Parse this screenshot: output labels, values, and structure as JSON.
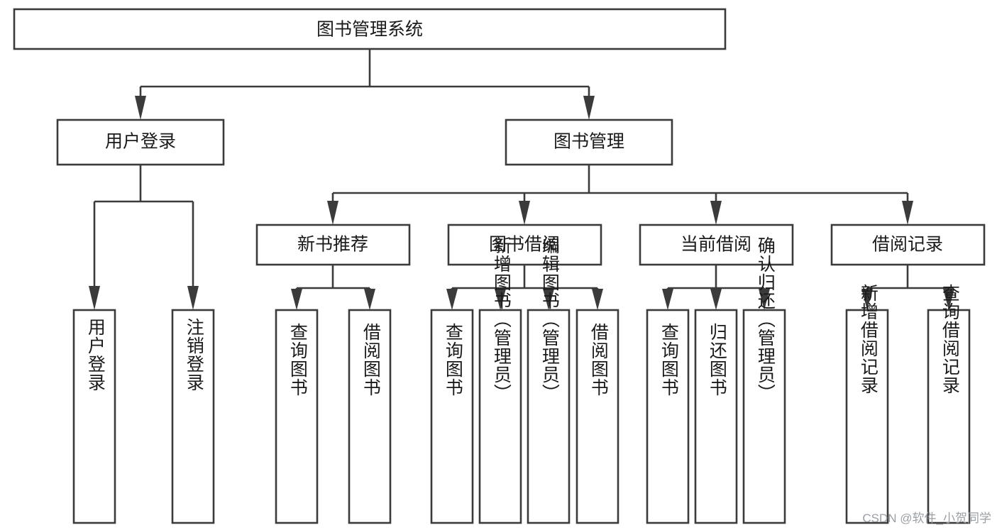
{
  "diagram": {
    "type": "tree-hierarchy-chart",
    "title": "图书管理系统",
    "orientation": "top-down",
    "colors": {
      "box_stroke": "#3b3b3b",
      "box_fill": "#ffffff",
      "connector": "#3b3b3b",
      "text": "#1a1a1a",
      "background": "#ffffff",
      "watermark": "#9aa0a6"
    },
    "levels": {
      "root": {
        "label": "图书管理系统"
      },
      "level2": [
        {
          "id": "user-login",
          "label": "用户登录"
        },
        {
          "id": "book-management",
          "label": "图书管理"
        }
      ],
      "level3": [
        {
          "id": "new-book-recommend",
          "label": "新书推荐",
          "parent": "book-management"
        },
        {
          "id": "book-borrow",
          "label": "图书借阅",
          "parent": "book-management"
        },
        {
          "id": "current-borrow",
          "label": "当前借阅",
          "parent": "book-management"
        },
        {
          "id": "borrow-record",
          "label": "借阅记录",
          "parent": "book-management"
        }
      ],
      "leaves": [
        {
          "id": "leaf-user-login",
          "label": "用户登录",
          "parent": "user-login"
        },
        {
          "id": "leaf-logout-login",
          "label": "注销登录",
          "parent": "user-login"
        },
        {
          "id": "leaf-query-book-1",
          "label": "查询图书",
          "parent": "new-book-recommend"
        },
        {
          "id": "leaf-borrow-book-1",
          "label": "借阅图书",
          "parent": "new-book-recommend"
        },
        {
          "id": "leaf-query-book-2",
          "label": "查询图书",
          "parent": "book-borrow"
        },
        {
          "id": "leaf-add-book",
          "label": "新增图书（管理员）",
          "parent": "book-borrow"
        },
        {
          "id": "leaf-edit-book",
          "label": "编辑图书（管理员）",
          "parent": "book-borrow"
        },
        {
          "id": "leaf-borrow-book-2",
          "label": "借阅图书",
          "parent": "book-borrow"
        },
        {
          "id": "leaf-query-book-3",
          "label": "查询图书",
          "parent": "current-borrow"
        },
        {
          "id": "leaf-return-book",
          "label": "归还图书",
          "parent": "current-borrow"
        },
        {
          "id": "leaf-confirm-return",
          "label": "确认归还（管理员）",
          "parent": "current-borrow"
        },
        {
          "id": "leaf-add-record",
          "label": "新增借阅记录",
          "parent": "borrow-record"
        },
        {
          "id": "leaf-query-record",
          "label": "查询借阅记录",
          "parent": "borrow-record"
        }
      ]
    }
  },
  "watermark": {
    "text": "CSDN @软件_小贺同学"
  }
}
